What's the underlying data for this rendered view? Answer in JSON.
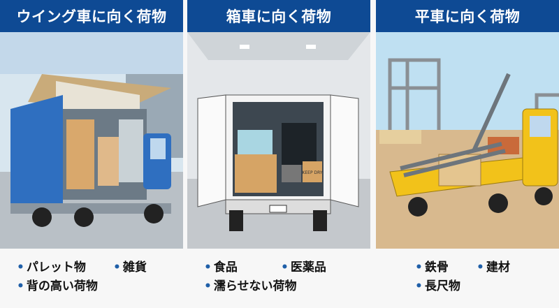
{
  "panels": [
    {
      "title": "ウイング車に向く荷物",
      "items": [
        "パレット物",
        "雑貨",
        "背の高い荷物"
      ]
    },
    {
      "title": "箱車に向く荷物",
      "items": [
        "食品",
        "医薬品",
        "濡らせない荷物"
      ],
      "box_label": "KEEP DRY"
    },
    {
      "title": "平車に向く荷物",
      "items": [
        "鉄骨",
        "建材",
        "長尺物"
      ]
    }
  ],
  "colors": {
    "header": "#0e4a94",
    "bullet": "#1f5fa8",
    "wing_truck": "#2f6fc0",
    "flat_truck": "#f2c21a"
  }
}
